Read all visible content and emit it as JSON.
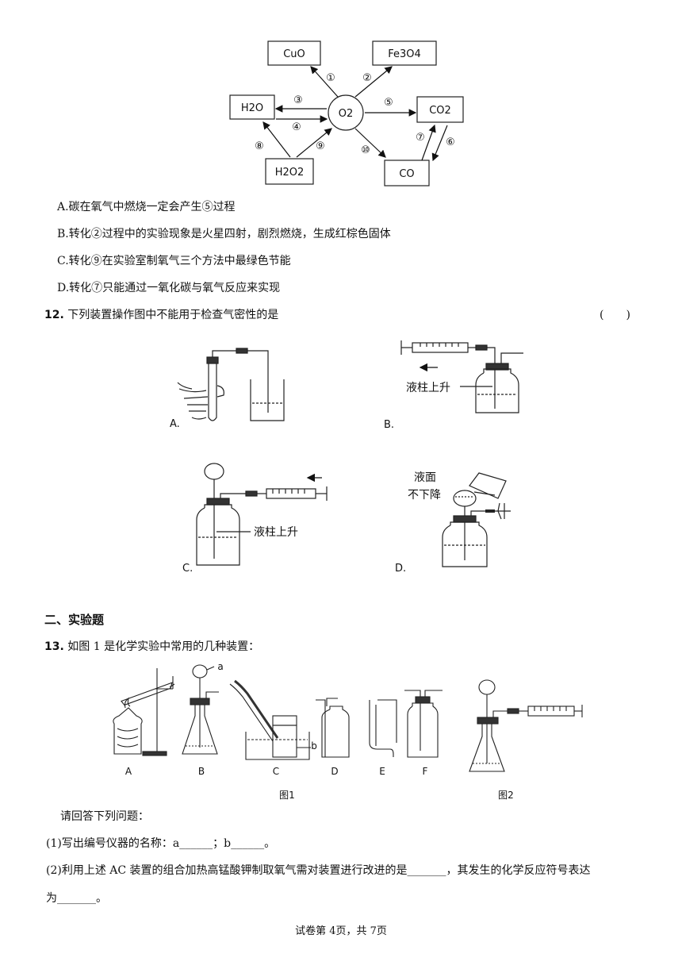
{
  "diagram": {
    "center": "O2",
    "nodes": {
      "cuo": "CuO",
      "fe3o4": "Fe3O4",
      "h2o": "H2O",
      "co2": "CO2",
      "h2o2": "H2O2",
      "co": "CO"
    },
    "arrows": [
      "①",
      "②",
      "③",
      "④",
      "⑤",
      "⑥",
      "⑦",
      "⑧",
      "⑨",
      "⑩"
    ]
  },
  "q11_options": [
    "A.碳在氧气中燃烧一定会产生⑤过程",
    "B.转化②过程中的实验现象是火星四射，剧烈燃烧，生成红棕色固体",
    "C.转化⑨在实验室制氧气三个方法中最绿色节能",
    "D.转化⑦只能通过一氧化碳与氧气反应来实现"
  ],
  "q12": {
    "number": "12.",
    "text": "下列装置操作图中不能用于检查气密性的是",
    "bracket": "(　　)",
    "labels": [
      "A.",
      "B.",
      "C.",
      "D."
    ],
    "b_note": "液柱上升",
    "c_note": "液柱上升",
    "d_note1": "液面",
    "d_note2": "不下降"
  },
  "section2": "二、实验题",
  "q13": {
    "number": "13.",
    "text": "如图 1 是化学实验中常用的几种装置：",
    "fig_letters": [
      "A",
      "B",
      "C",
      "D",
      "E",
      "F"
    ],
    "tag_a": "a",
    "tag_b": "b",
    "fig1": "图1",
    "fig2": "图2",
    "prompt": "请回答下列问题：",
    "p1": "(1)写出编号仪器的名称：a______；b______。",
    "p2a": "(2)利用上述 AC 装置的组合加热高锰酸钾制取氧气需对装置进行改进的是_______，其发生的化学反应符号表达",
    "p2b": "为_______。"
  },
  "footer": "试卷第 4页，共 7页"
}
